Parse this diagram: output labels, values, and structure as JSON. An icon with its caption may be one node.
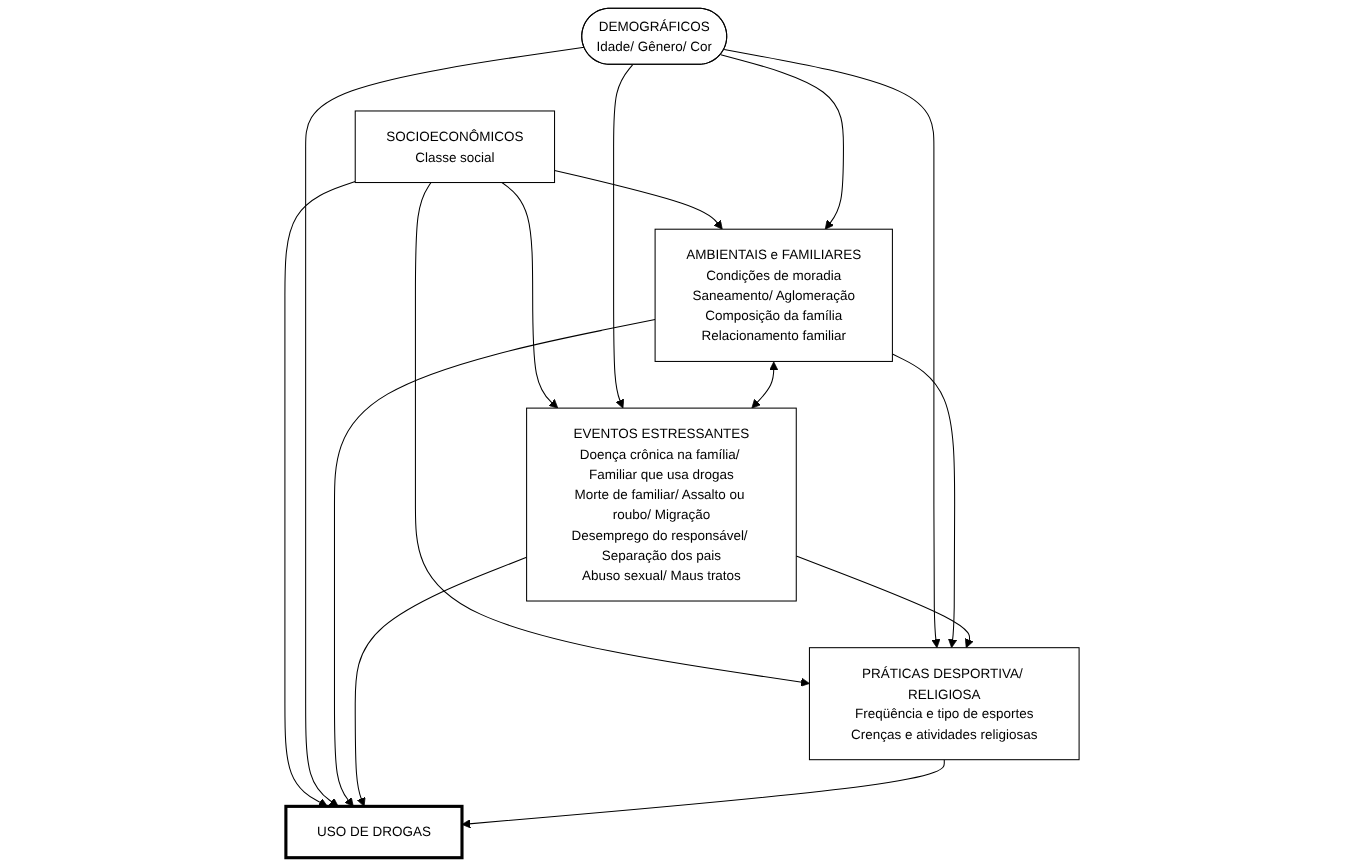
{
  "diagram": {
    "nodes": [
      {
        "text": [
          "SOCIOECONÔMICOS",
          "Classe social"
        ]
      },
      {
        "text": [
          "DEMOGRÁFICOS",
          "Idade/ Gênero/ Cor"
        ]
      },
      {
        "text": [
          "AMBIENTAIS e FAMILIARES",
          "Condições de moradia",
          "Saneamento/ Aglomeração",
          "Composição da família",
          "Relacionamento familiar"
        ]
      },
      {
        "text": [
          "EVENTOS ESTRESSANTES",
          "Doença crônica na família/ Familiar que usa drogas",
          "Morte de familiar/ Assalto ou roubo/ Migração",
          "Desemprego do responsável/ Separação dos pais",
          "Abuso sexual/ Maus tratos"
        ]
      },
      {
        "text": [
          "PRÁTICAS DESPORTIVA/ RELIGIOSA",
          "Freqüência e tipo de esportes",
          "Crenças e atividades religiosas"
        ]
      },
      {
        "text": [
          "USO DE DROGAS"
        ]
      }
    ],
    "edges": [
      {
        "from": 0,
        "to": 2,
        "arrow": "to"
      },
      {
        "from": 0,
        "to": 3,
        "arrow": "to"
      },
      {
        "from": 0,
        "to": 4,
        "arrow": "to"
      },
      {
        "from": 0,
        "to": 5,
        "arrow": "to"
      },
      {
        "from": 1,
        "to": 2,
        "arrow": "to"
      },
      {
        "from": 1,
        "to": 3,
        "arrow": "to"
      },
      {
        "from": 1,
        "to": 4,
        "arrow": "to"
      },
      {
        "from": 1,
        "to": 5,
        "arrow": "to"
      },
      {
        "from": 2,
        "to": 3,
        "arrow": "both"
      },
      {
        "from": 2,
        "to": 4,
        "arrow": "to"
      },
      {
        "from": 2,
        "to": 5,
        "arrow": "to"
      },
      {
        "from": 3,
        "to": 4,
        "arrow": "to"
      },
      {
        "from": 3,
        "to": 5,
        "arrow": "to"
      },
      {
        "from": 4,
        "to": 5,
        "arrow": "to"
      }
    ]
  }
}
